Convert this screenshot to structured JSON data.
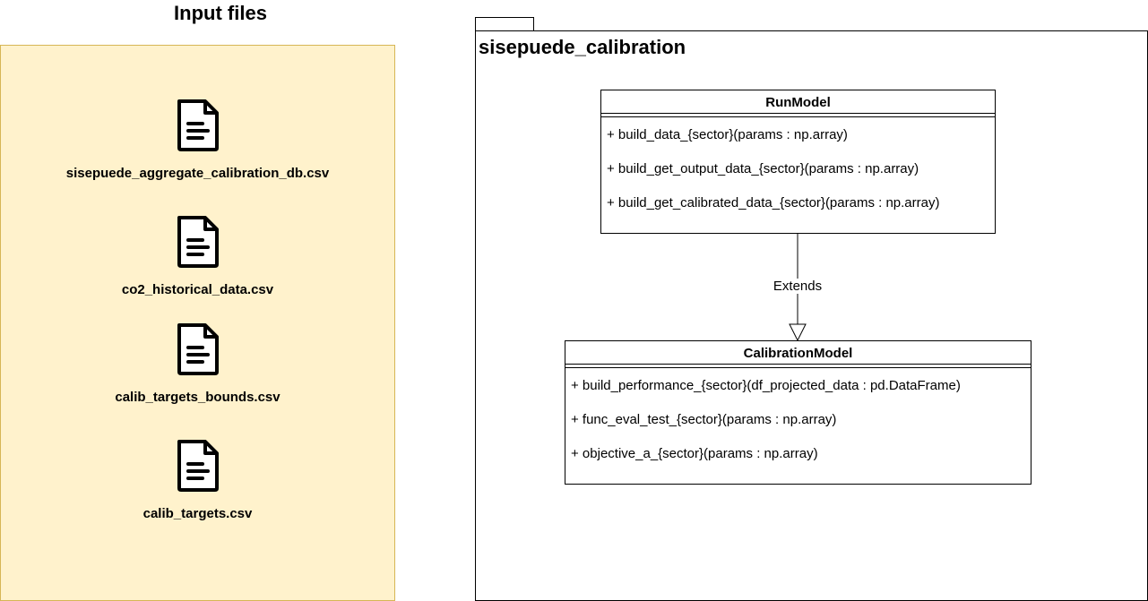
{
  "input_files": {
    "title": "Input files",
    "files": [
      {
        "name": "sisepuede_aggregate_calibration_db.csv",
        "icon": "document-icon"
      },
      {
        "name": "co2_historical_data.csv",
        "icon": "document-icon"
      },
      {
        "name": "calib_targets_bounds.csv",
        "icon": "document-icon"
      },
      {
        "name": "calib_targets.csv",
        "icon": "document-icon"
      }
    ]
  },
  "package": {
    "title": "sisepuede_calibration",
    "classes": {
      "run_model": {
        "name": "RunModel",
        "methods": [
          "+ build_data_{sector}(params : np.array)",
          "+ build_get_output_data_{sector}(params : np.array)",
          "+ build_get_calibrated_data_{sector}(params : np.array)"
        ]
      },
      "calibration_model": {
        "name": "CalibrationModel",
        "methods": [
          "+ build_performance_{sector}(df_projected_data : pd.DataFrame)",
          "+ func_eval_test_{sector}(params : np.array)",
          "+ objective_a_{sector}(params : np.array)"
        ]
      }
    },
    "relation": {
      "label": "Extends"
    }
  },
  "colors": {
    "panel_fill": "#fff2cc",
    "panel_border": "#d6b656",
    "line": "#000000"
  }
}
